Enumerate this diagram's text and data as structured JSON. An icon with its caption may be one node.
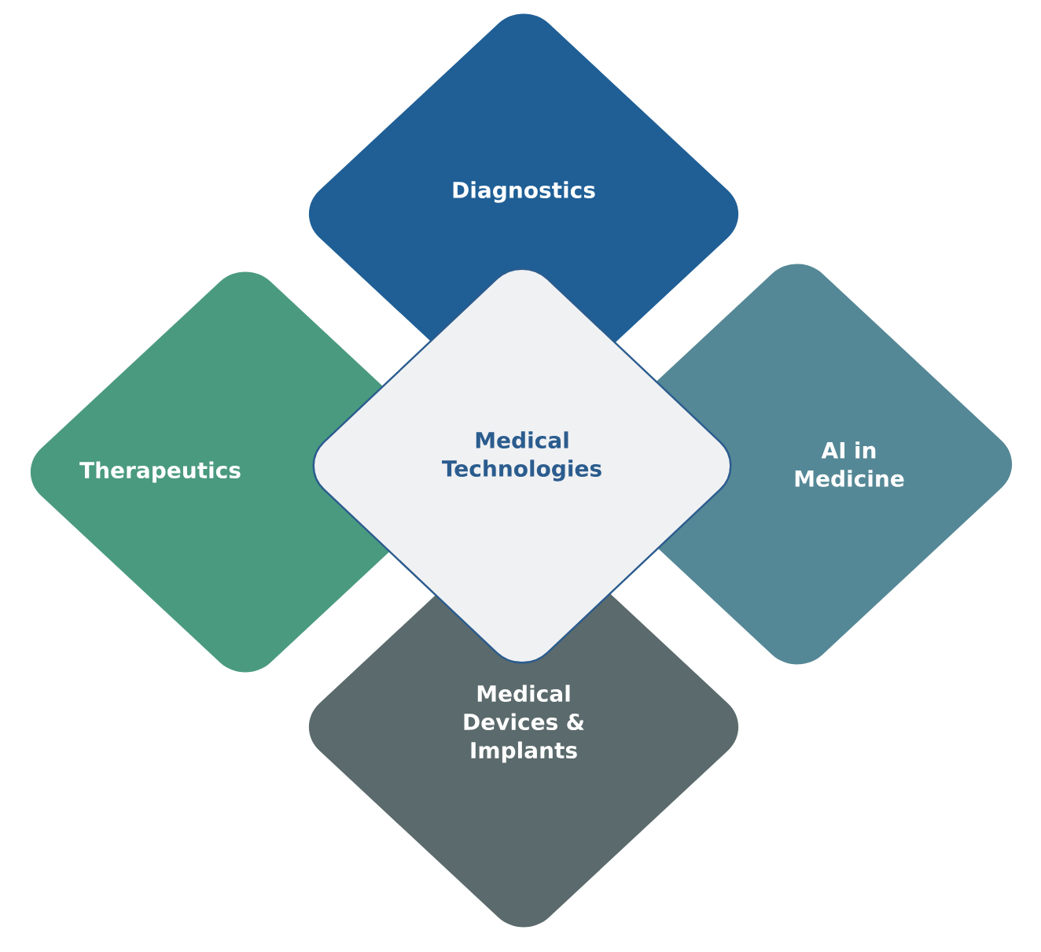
{
  "diagram": {
    "nodes": [
      {
        "text": [
          "Diagnostics"
        ]
      },
      {
        "text": [
          "Therapeutics"
        ]
      },
      {
        "text": [
          "Medical Technologies"
        ]
      },
      {
        "text": [
          "AI in Medicine"
        ]
      },
      {
        "text": [
          "Medical Devices & Implants"
        ]
      }
    ]
  }
}
